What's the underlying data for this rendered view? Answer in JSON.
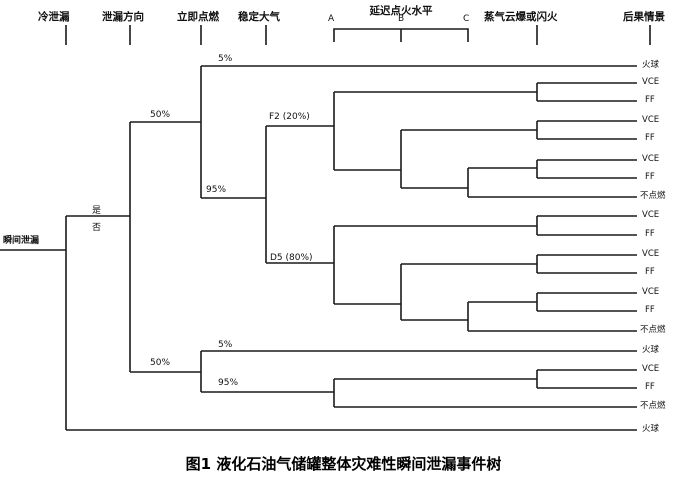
{
  "headers": {
    "h1": "冷泄漏",
    "h2": "泄漏方向",
    "h3": "立即点燃",
    "h4": "稳定大气",
    "h5": "延迟点火水平",
    "h5_a": "A",
    "h5_b": "B",
    "h5_c": "C",
    "h6": "蒸气云爆或闪火",
    "h7": "后果情景"
  },
  "root_label": "瞬间泄漏",
  "branch_labels": {
    "yes": "是",
    "no": "否",
    "upper_50": "50%",
    "upper_5": "5%",
    "upper_95": "95%",
    "f2": "F2 (20%)",
    "d5": "D5 (80%)",
    "lower_50": "50%",
    "lower_5": "5%",
    "lower_95": "95%"
  },
  "outcomes": [
    "火球",
    "VCE",
    "FF",
    "VCE",
    "FF",
    "VCE",
    "FF",
    "不点燃",
    "VCE",
    "FF",
    "VCE",
    "FF",
    "VCE",
    "FF",
    "不点燃",
    "火球",
    "VCE",
    "FF",
    "不点燃",
    "火球"
  ],
  "caption": "图1 液化石油气储罐整体灾难性瞬间泄漏事件树"
}
